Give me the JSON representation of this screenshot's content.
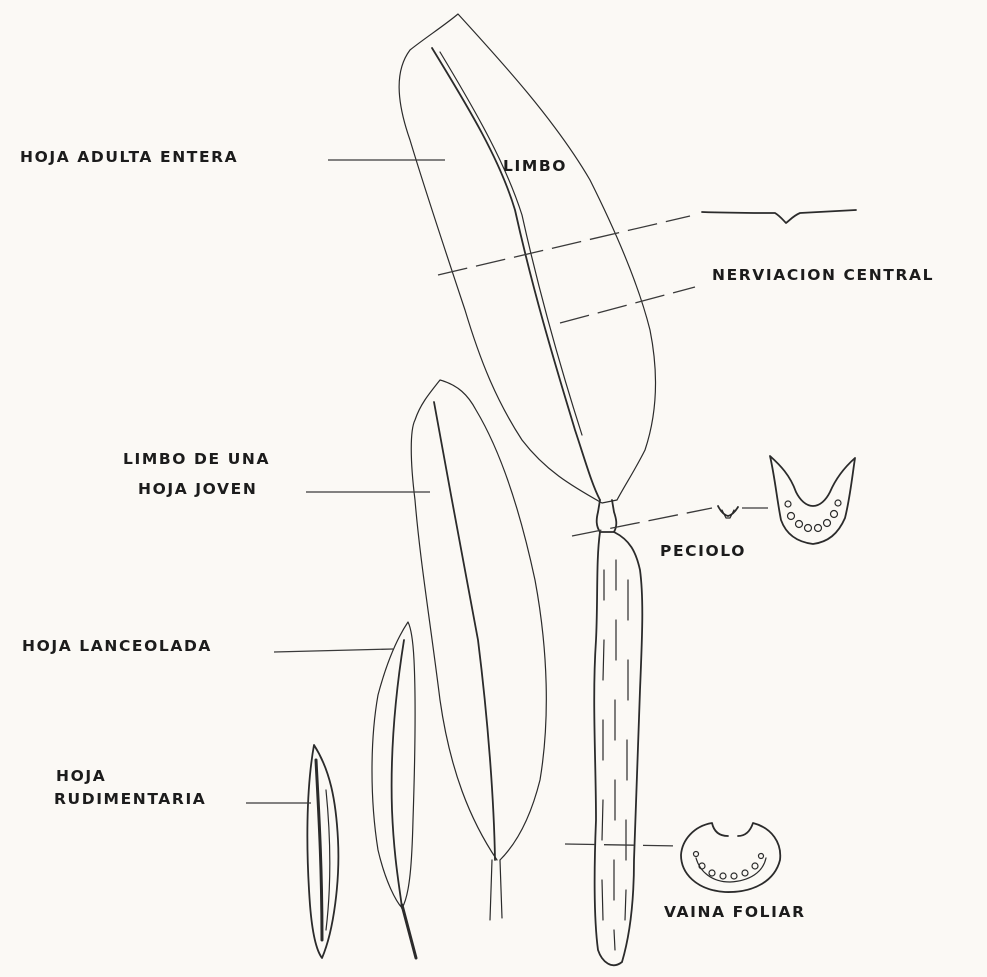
{
  "labels": {
    "hoja_adulta_entera": "HOJA ADULTA ENTERA",
    "limbo": "LIMBO",
    "nerviacion_central": "NERVIACION CENTRAL",
    "limbo_hoja_joven_line1": "LIMBO DE UNA",
    "limbo_hoja_joven_line2": "HOJA JOVEN",
    "peciolo": "PECIOLO",
    "hoja_lanceolada": "HOJA LANCEOLADA",
    "hoja_rudimentaria_line1": "HOJA",
    "hoja_rudimentaria_line2": "RUDIMENTARIA",
    "vaina_foliar": "VAINA FOLIAR"
  },
  "colors": {
    "background": "#fbf9f5",
    "ink": "#2b2b2b"
  }
}
